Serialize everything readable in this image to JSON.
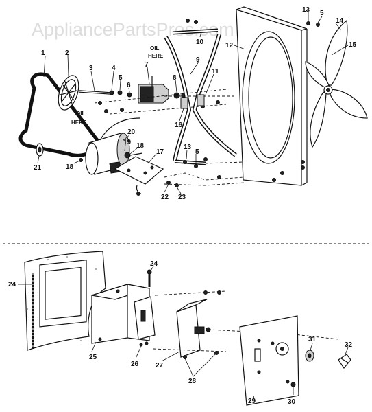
{
  "watermark": "AppliancePartsPros.com",
  "notes": [
    "OIL",
    "HERE",
    "OIL",
    "HERE"
  ],
  "callouts": [
    {
      "label": "1"
    },
    {
      "label": "2"
    },
    {
      "label": "3"
    },
    {
      "label": "4"
    },
    {
      "label": "5"
    },
    {
      "label": "6"
    },
    {
      "label": "7"
    },
    {
      "label": "8"
    },
    {
      "label": "9"
    },
    {
      "label": "10"
    },
    {
      "label": "11"
    },
    {
      "label": "12"
    },
    {
      "label": "13"
    },
    {
      "label": "5"
    },
    {
      "label": "14"
    },
    {
      "label": "15"
    },
    {
      "label": "16"
    },
    {
      "label": "13"
    },
    {
      "label": "5"
    },
    {
      "label": "17"
    },
    {
      "label": "18"
    },
    {
      "label": "19"
    },
    {
      "label": "20"
    },
    {
      "label": "18"
    },
    {
      "label": "21"
    },
    {
      "label": "22"
    },
    {
      "label": "23"
    },
    {
      "label": "24"
    },
    {
      "label": "24"
    },
    {
      "label": "25"
    },
    {
      "label": "26"
    },
    {
      "label": "27"
    },
    {
      "label": "28"
    },
    {
      "label": "29"
    },
    {
      "label": "30"
    },
    {
      "label": "31"
    },
    {
      "label": "32"
    }
  ]
}
